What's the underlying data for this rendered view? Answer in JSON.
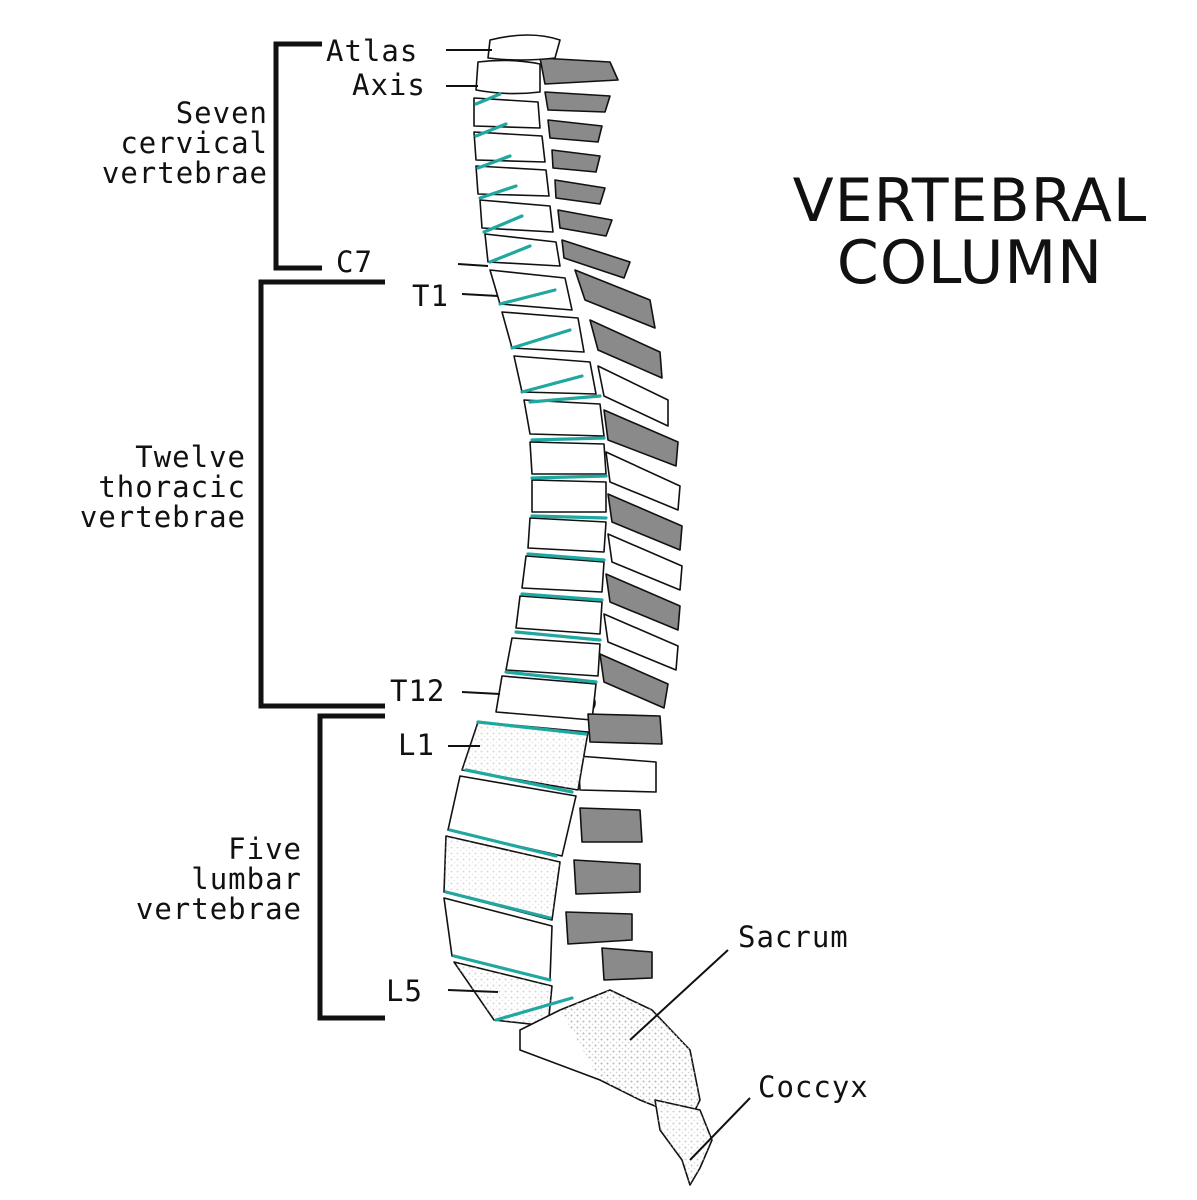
{
  "title": {
    "line1": "VERTEBRAL",
    "line2": "COLUMN"
  },
  "groups": {
    "cervical": {
      "line1": "Seven",
      "line2": "cervical",
      "line3": "vertebrae"
    },
    "thoracic": {
      "line1": "Twelve",
      "line2": "thoracic",
      "line3": "vertebrae"
    },
    "lumbar": {
      "line1": "Five",
      "line2": "lumbar",
      "line3": "vertebrae"
    }
  },
  "labels": {
    "atlas": "Atlas",
    "axis": "Axis",
    "c7": "C7",
    "t1": "T1",
    "t12": "T12",
    "l1": "L1",
    "l5": "L5",
    "sacrum": "Sacrum",
    "coccyx": "Coccyx"
  },
  "colors": {
    "ink": "#111111",
    "disc": "#1fa7a0",
    "bone": "#ffffff",
    "shade": "#8a8a8a",
    "stipple": "#c9c9c9"
  }
}
